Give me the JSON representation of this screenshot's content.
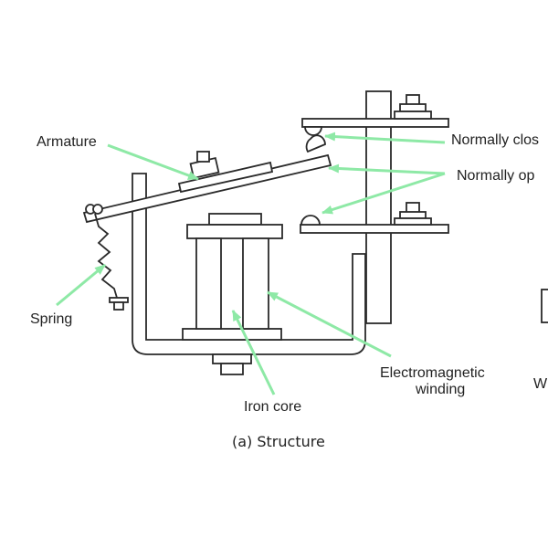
{
  "labels": {
    "armature": "Armature",
    "normally_closed": "Normally clos",
    "normally_open": "Normally op",
    "spring": "Spring",
    "electromagnetic_1": "Electromagnetic",
    "electromagnetic_2": "winding",
    "iron_core": "Iron core",
    "cut_off": "W"
  },
  "caption": "(a) Structure",
  "colors": {
    "line": "#2a2a2a",
    "arrow": "#8ee9a6",
    "text": "#222222"
  }
}
